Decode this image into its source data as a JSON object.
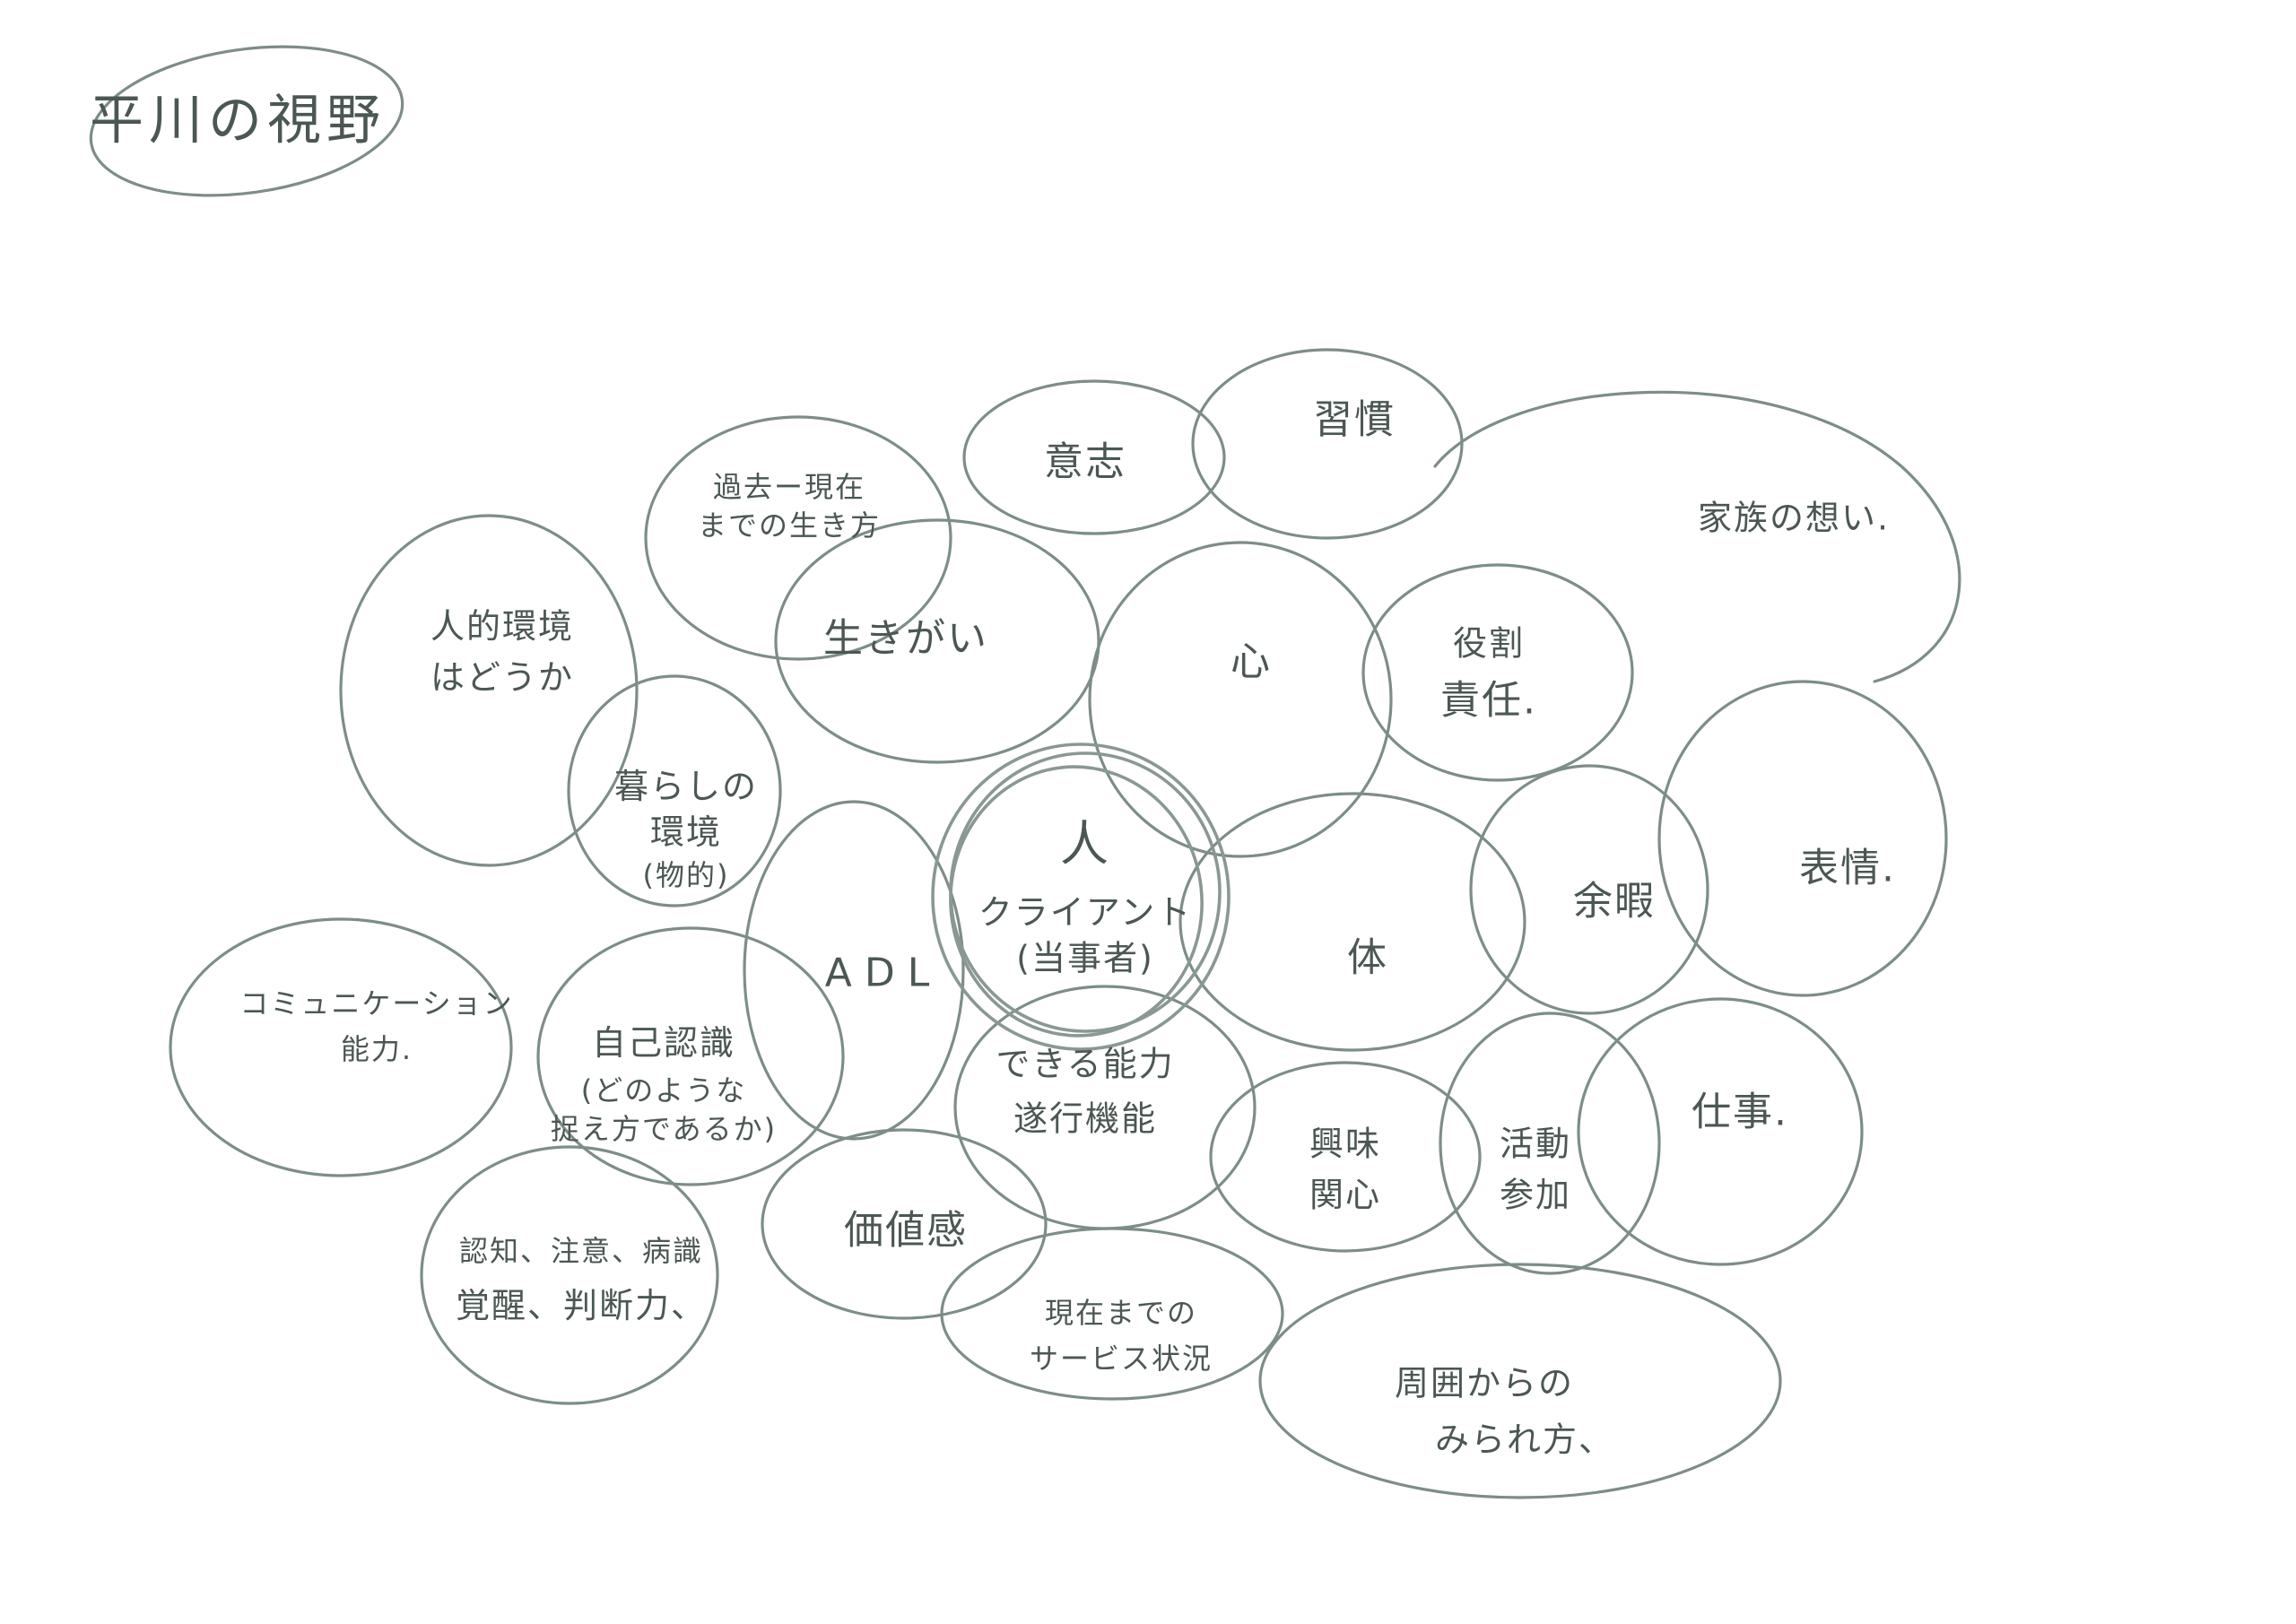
{
  "title": "平川の視野",
  "center": {
    "main": "人",
    "sub": "クライアント",
    "paren": "(当事者)"
  },
  "inner_ring": {
    "ikigai": "生きがい",
    "kokoro": "心",
    "karada": "体",
    "adl": "ADL",
    "dekiru_1": "できる能力",
    "dekiru_2": "遂行機能"
  },
  "outer_ring": {
    "kako_1": "過去ー現在",
    "kako_2": "までの生き方",
    "ishi": "意志",
    "shukan": "習慣",
    "kazoku": "家族の想い.",
    "jinteki_1": "人的環境",
    "jinteki_2": "はどうか",
    "yakuwari_1": "役割",
    "yakuwari_2": "責任.",
    "kurashi_1": "暮らしの",
    "kurashi_2": "環境",
    "kurashi_3": "(物的)",
    "yoka": "余暇",
    "hyojo": "表情.",
    "comm_1": "コミュニケーション",
    "comm_2": "能力.",
    "jiko_1": "自己認識",
    "jiko_2": "(どのような",
    "jiko_3": "捉え方であるか)",
    "kyomi_1": "興味",
    "kyomi_2": "関心",
    "katsudo_1": "活動",
    "katsudo_2": "参加",
    "shigoto": "仕事.",
    "ninchi_1": "認知、注意、病識",
    "ninchi_2": "覚醒、判断力、",
    "kachi": "価値感",
    "service_1": "現在までの",
    "service_2": "サービス状況",
    "shui_1": "周囲からの",
    "shui_2": "みられ方、"
  },
  "colors": {
    "line": "#7d8d88",
    "text": "#4b5753",
    "background": "#ffffff"
  }
}
